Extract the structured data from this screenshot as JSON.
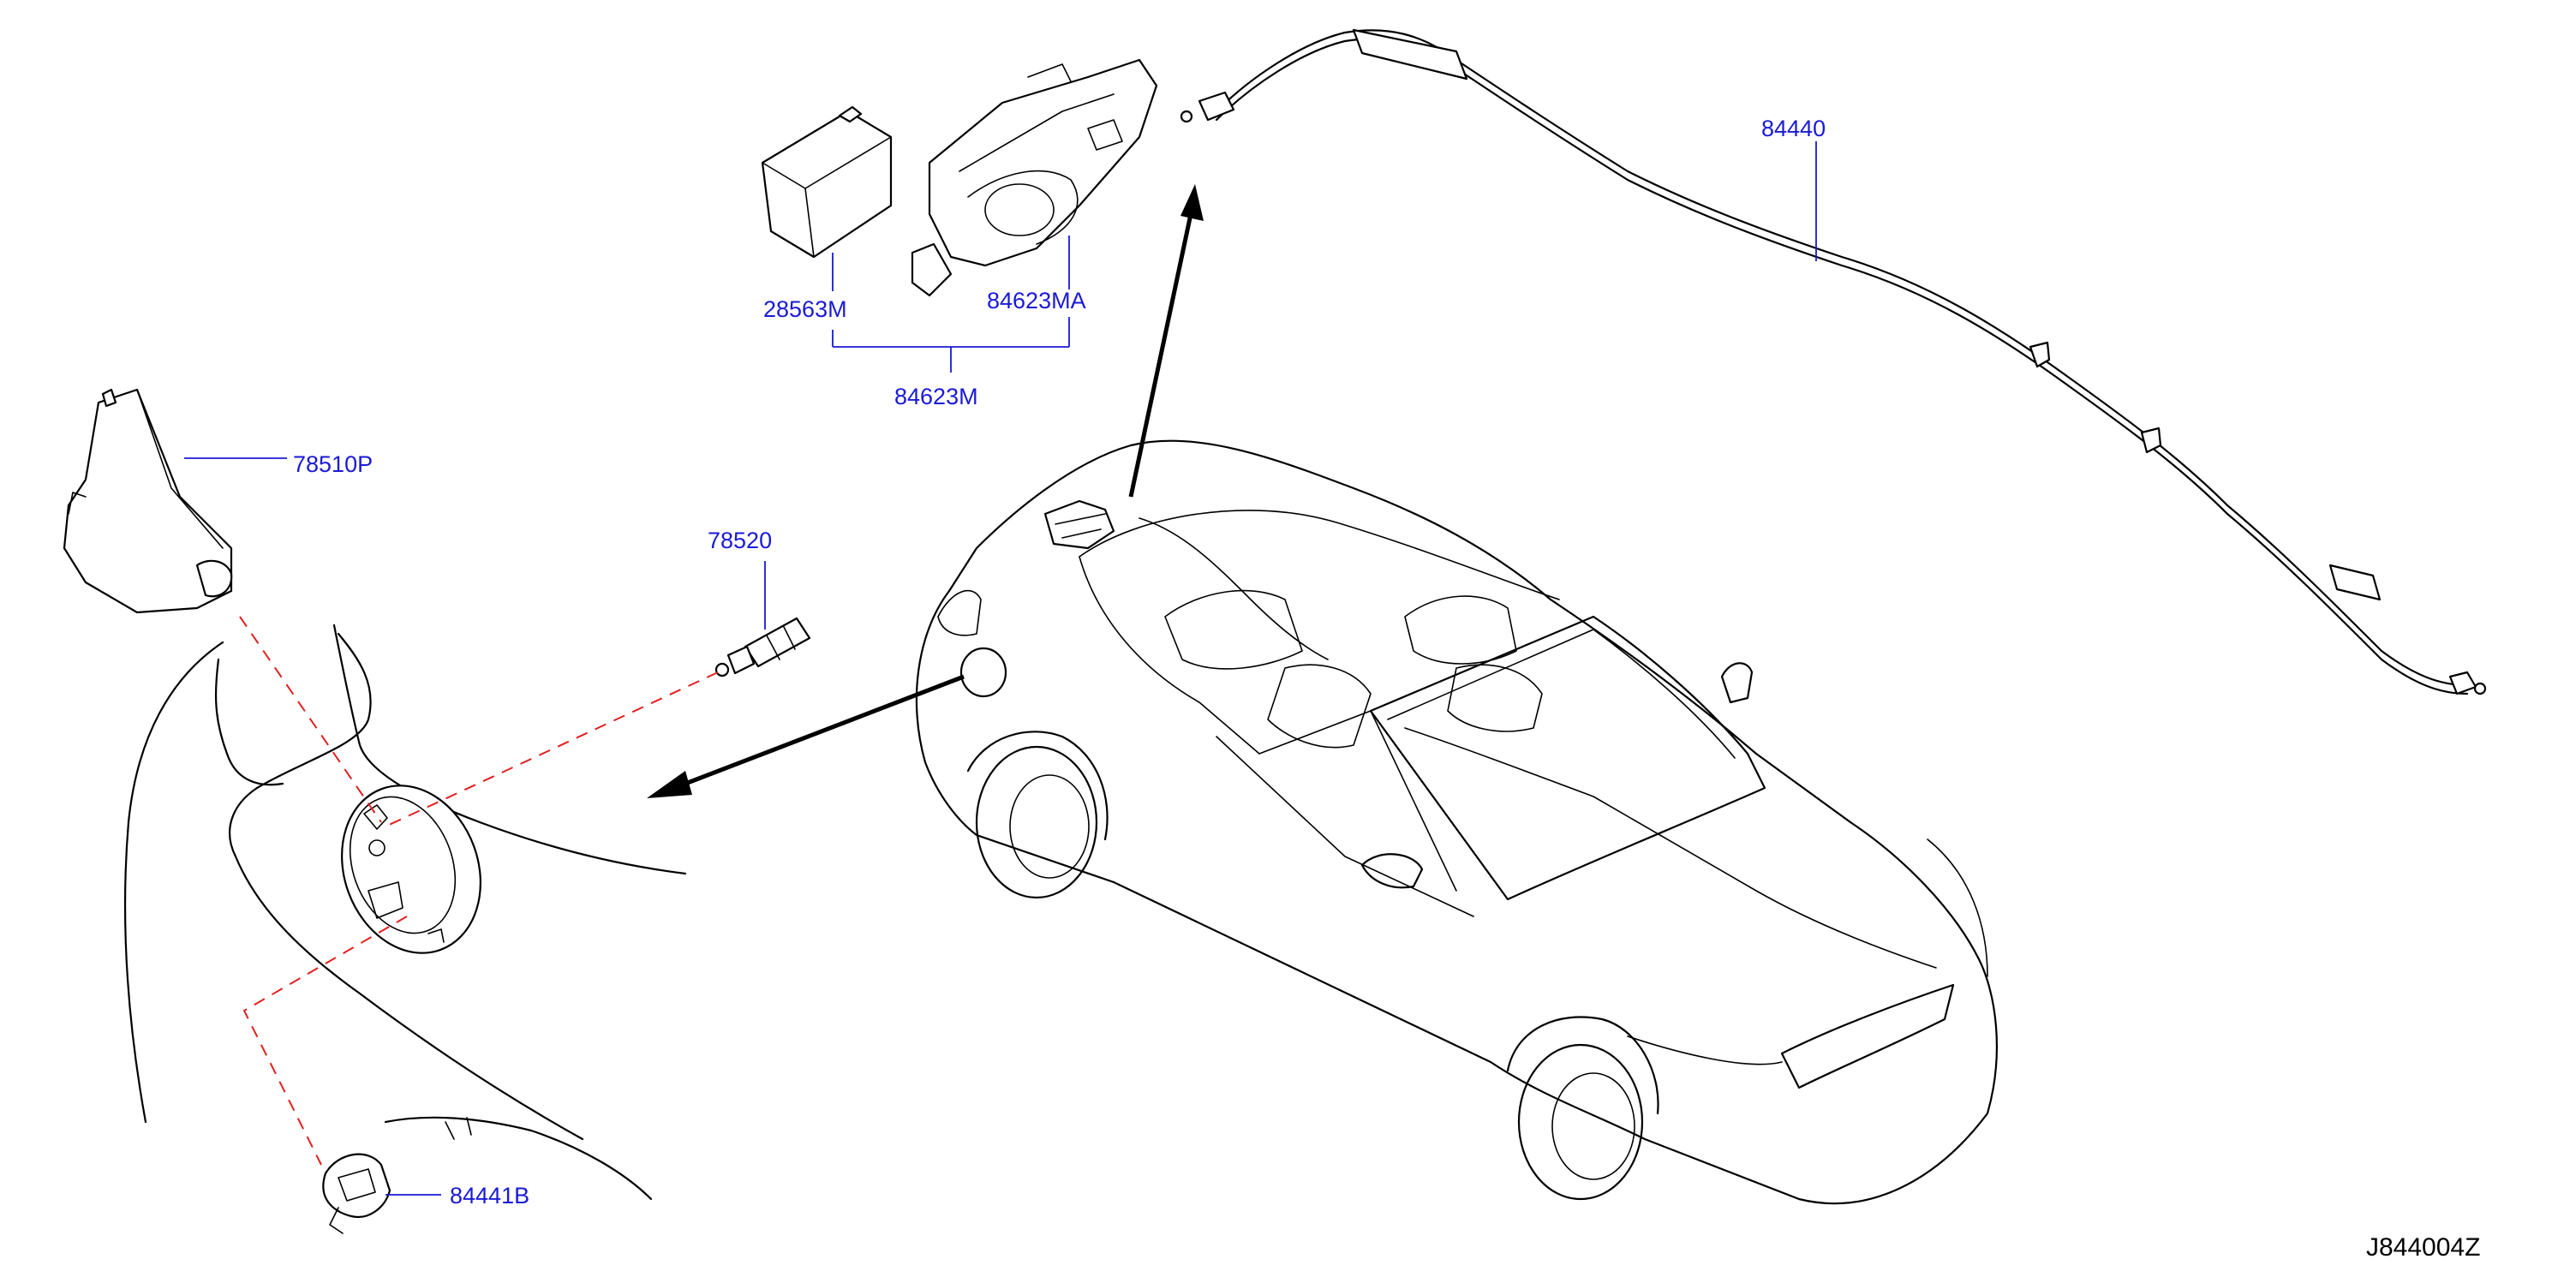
{
  "parts": {
    "label_84440": "84440",
    "label_28563M": "28563M",
    "label_84623MA": "84623MA",
    "label_84623M": "84623M",
    "label_78510P": "78510P",
    "label_78520": "78520",
    "label_84441B": "84441B"
  },
  "diagram_id": "J844004Z",
  "colors": {
    "label_text": "#1a1ad6",
    "leader_line": "#1a1ad6",
    "dashed_guide": "#e02020",
    "line_art": "#000000"
  }
}
